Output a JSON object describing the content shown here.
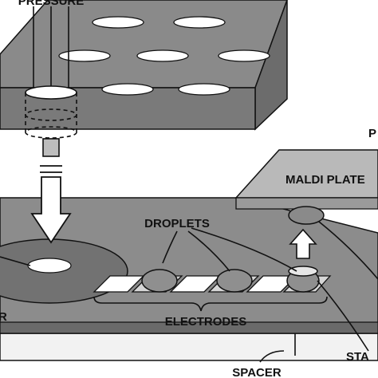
{
  "labels": {
    "pressure": "PRESSURE",
    "droplets": "DROPLETS",
    "maldi_plate": "MALDI PLATE",
    "electrodes": "ELECTRODES",
    "spacer": "SPACER",
    "sta_partial": "STA",
    "p_partial": "P",
    "r_partial": "R"
  },
  "colors": {
    "top_plate_face": "#8a8a8a",
    "top_plate_side": "#6e6e6e",
    "top_plate_front": "#7a7a7a",
    "substrate": "#8c8c8c",
    "substrate_edge": "#5a5a5a",
    "reservoir": "#6f6f6f",
    "droplet": "#909090",
    "maldi_plate": "#b8b8b8",
    "stroke": "#111111"
  }
}
